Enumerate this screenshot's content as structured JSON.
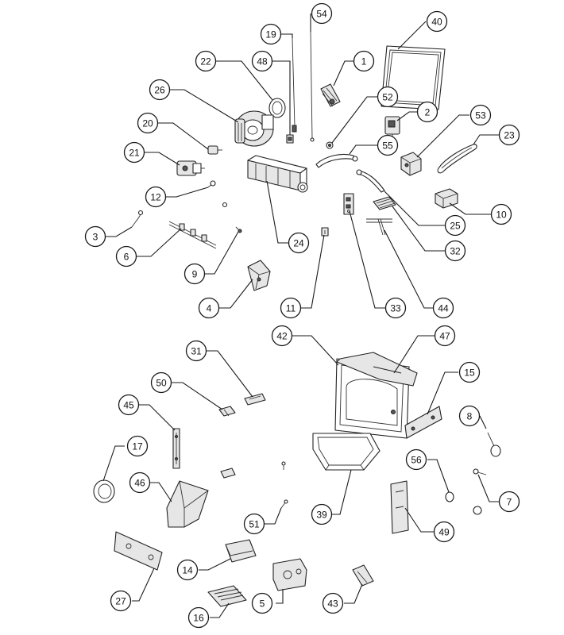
{
  "diagram": {
    "callouts": [
      "54",
      "40",
      "19",
      "48",
      "22",
      "1",
      "26",
      "52",
      "2",
      "53",
      "23",
      "20",
      "55",
      "21",
      "12",
      "10",
      "25",
      "3",
      "6",
      "24",
      "32",
      "9",
      "4",
      "11",
      "33",
      "44",
      "42",
      "47",
      "31",
      "15",
      "50",
      "8",
      "45",
      "17",
      "56",
      "7",
      "46",
      "39",
      "49",
      "51",
      "27",
      "14",
      "5",
      "43",
      "16"
    ]
  }
}
